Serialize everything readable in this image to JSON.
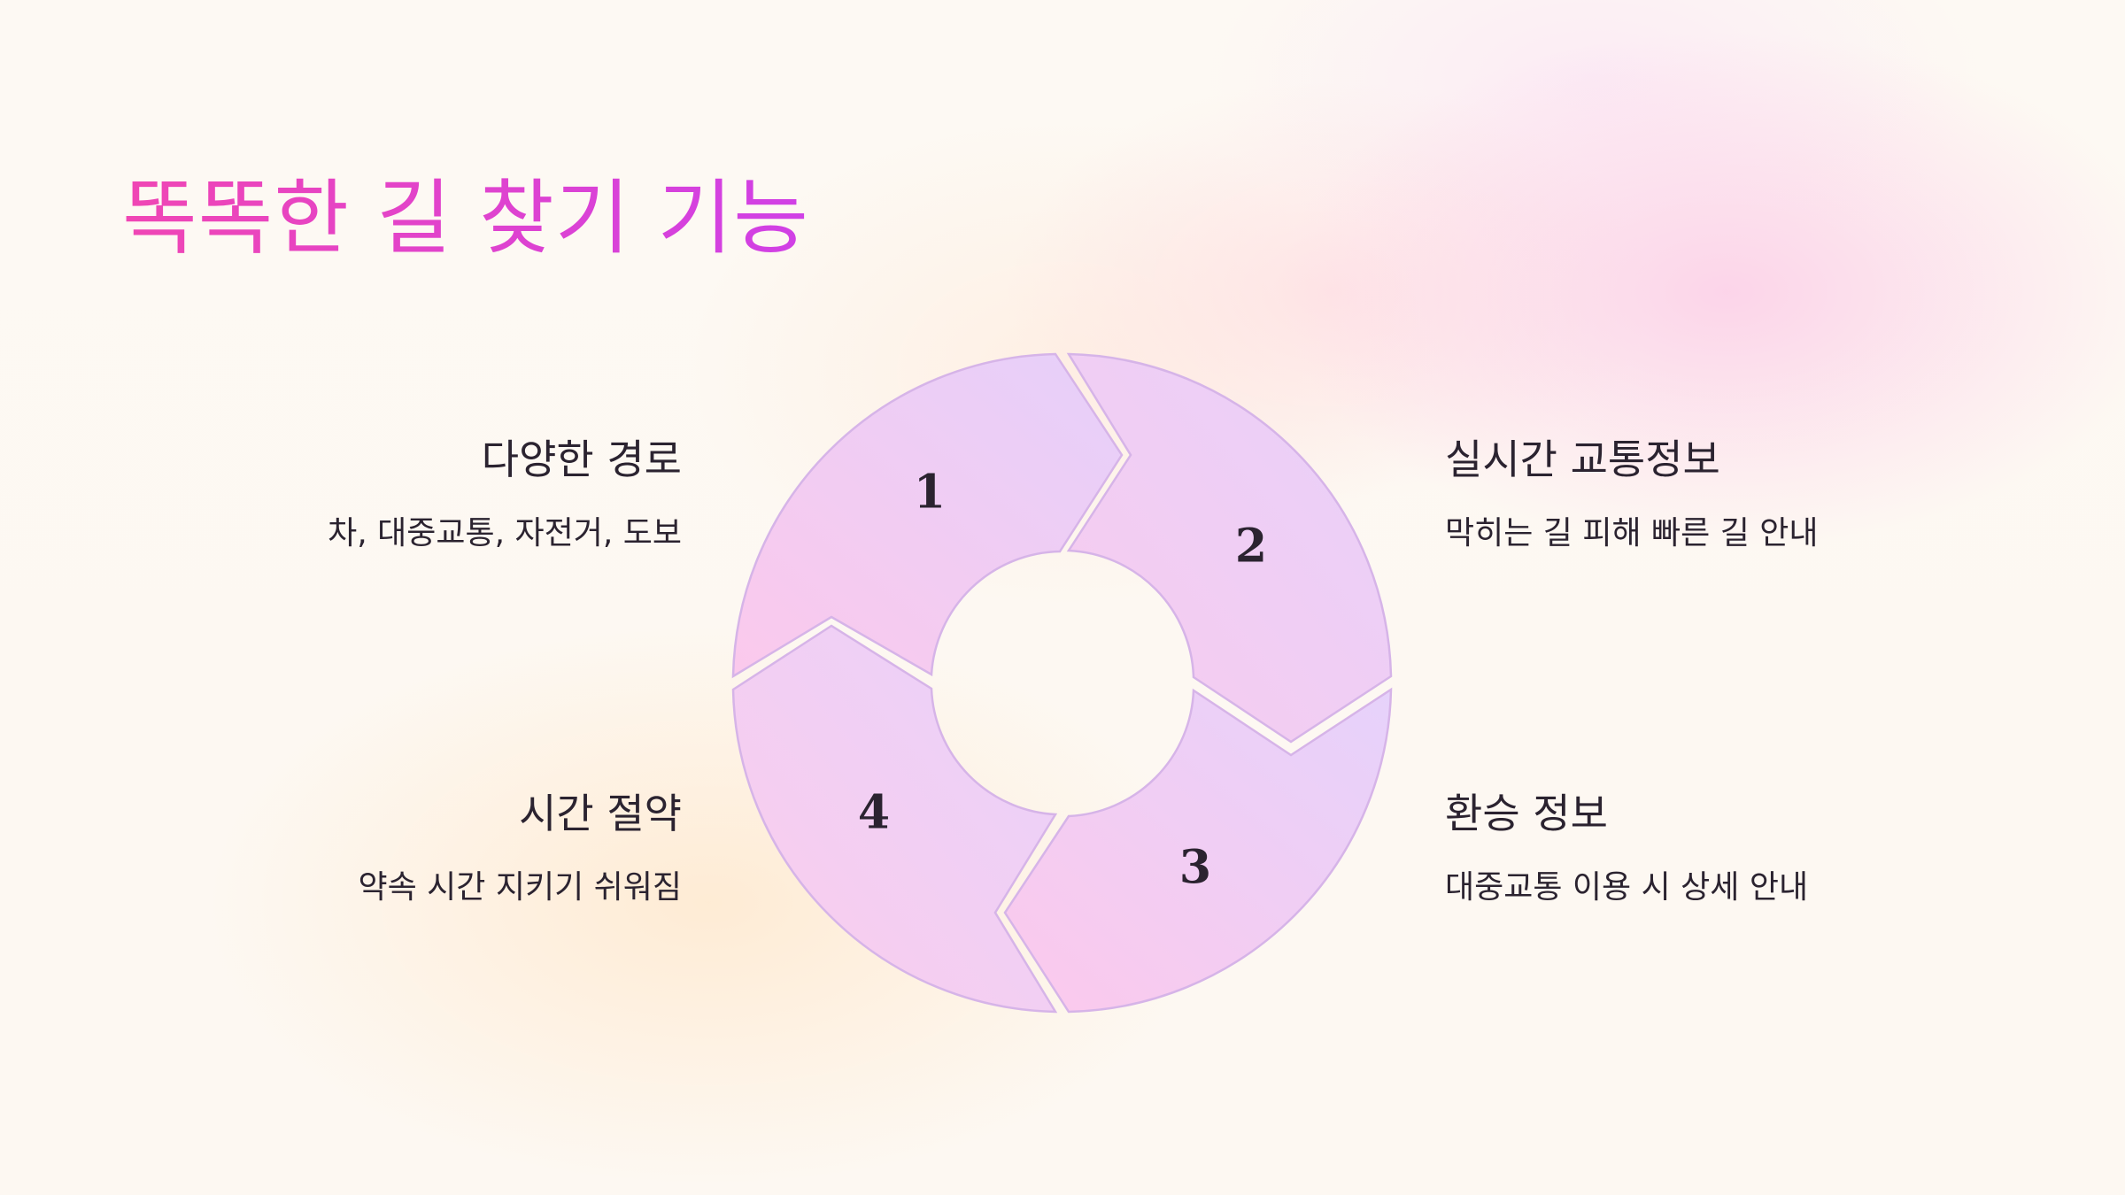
{
  "title": "똑똑한 길 찾기 기능",
  "steps": [
    {
      "number": "1",
      "title": "다양한 경로",
      "description": "차, 대중교통, 자전거, 도보"
    },
    {
      "number": "2",
      "title": "실시간 교통정보",
      "description": "막히는 길 피해 빠른 길 안내"
    },
    {
      "number": "3",
      "title": "환승 정보",
      "description": "대중교통 이용 시 상세 안내"
    },
    {
      "number": "4",
      "title": "시간 절약",
      "description": "약속 시간 지키기 쉬워짐"
    }
  ],
  "colors": {
    "title_start": "#f046b4",
    "title_end": "#d040e6",
    "segment_pink": "#fbc9ec",
    "segment_lavender": "#e6d0fa",
    "segment_stroke": "#d6b4e8",
    "text": "#2b2330"
  }
}
